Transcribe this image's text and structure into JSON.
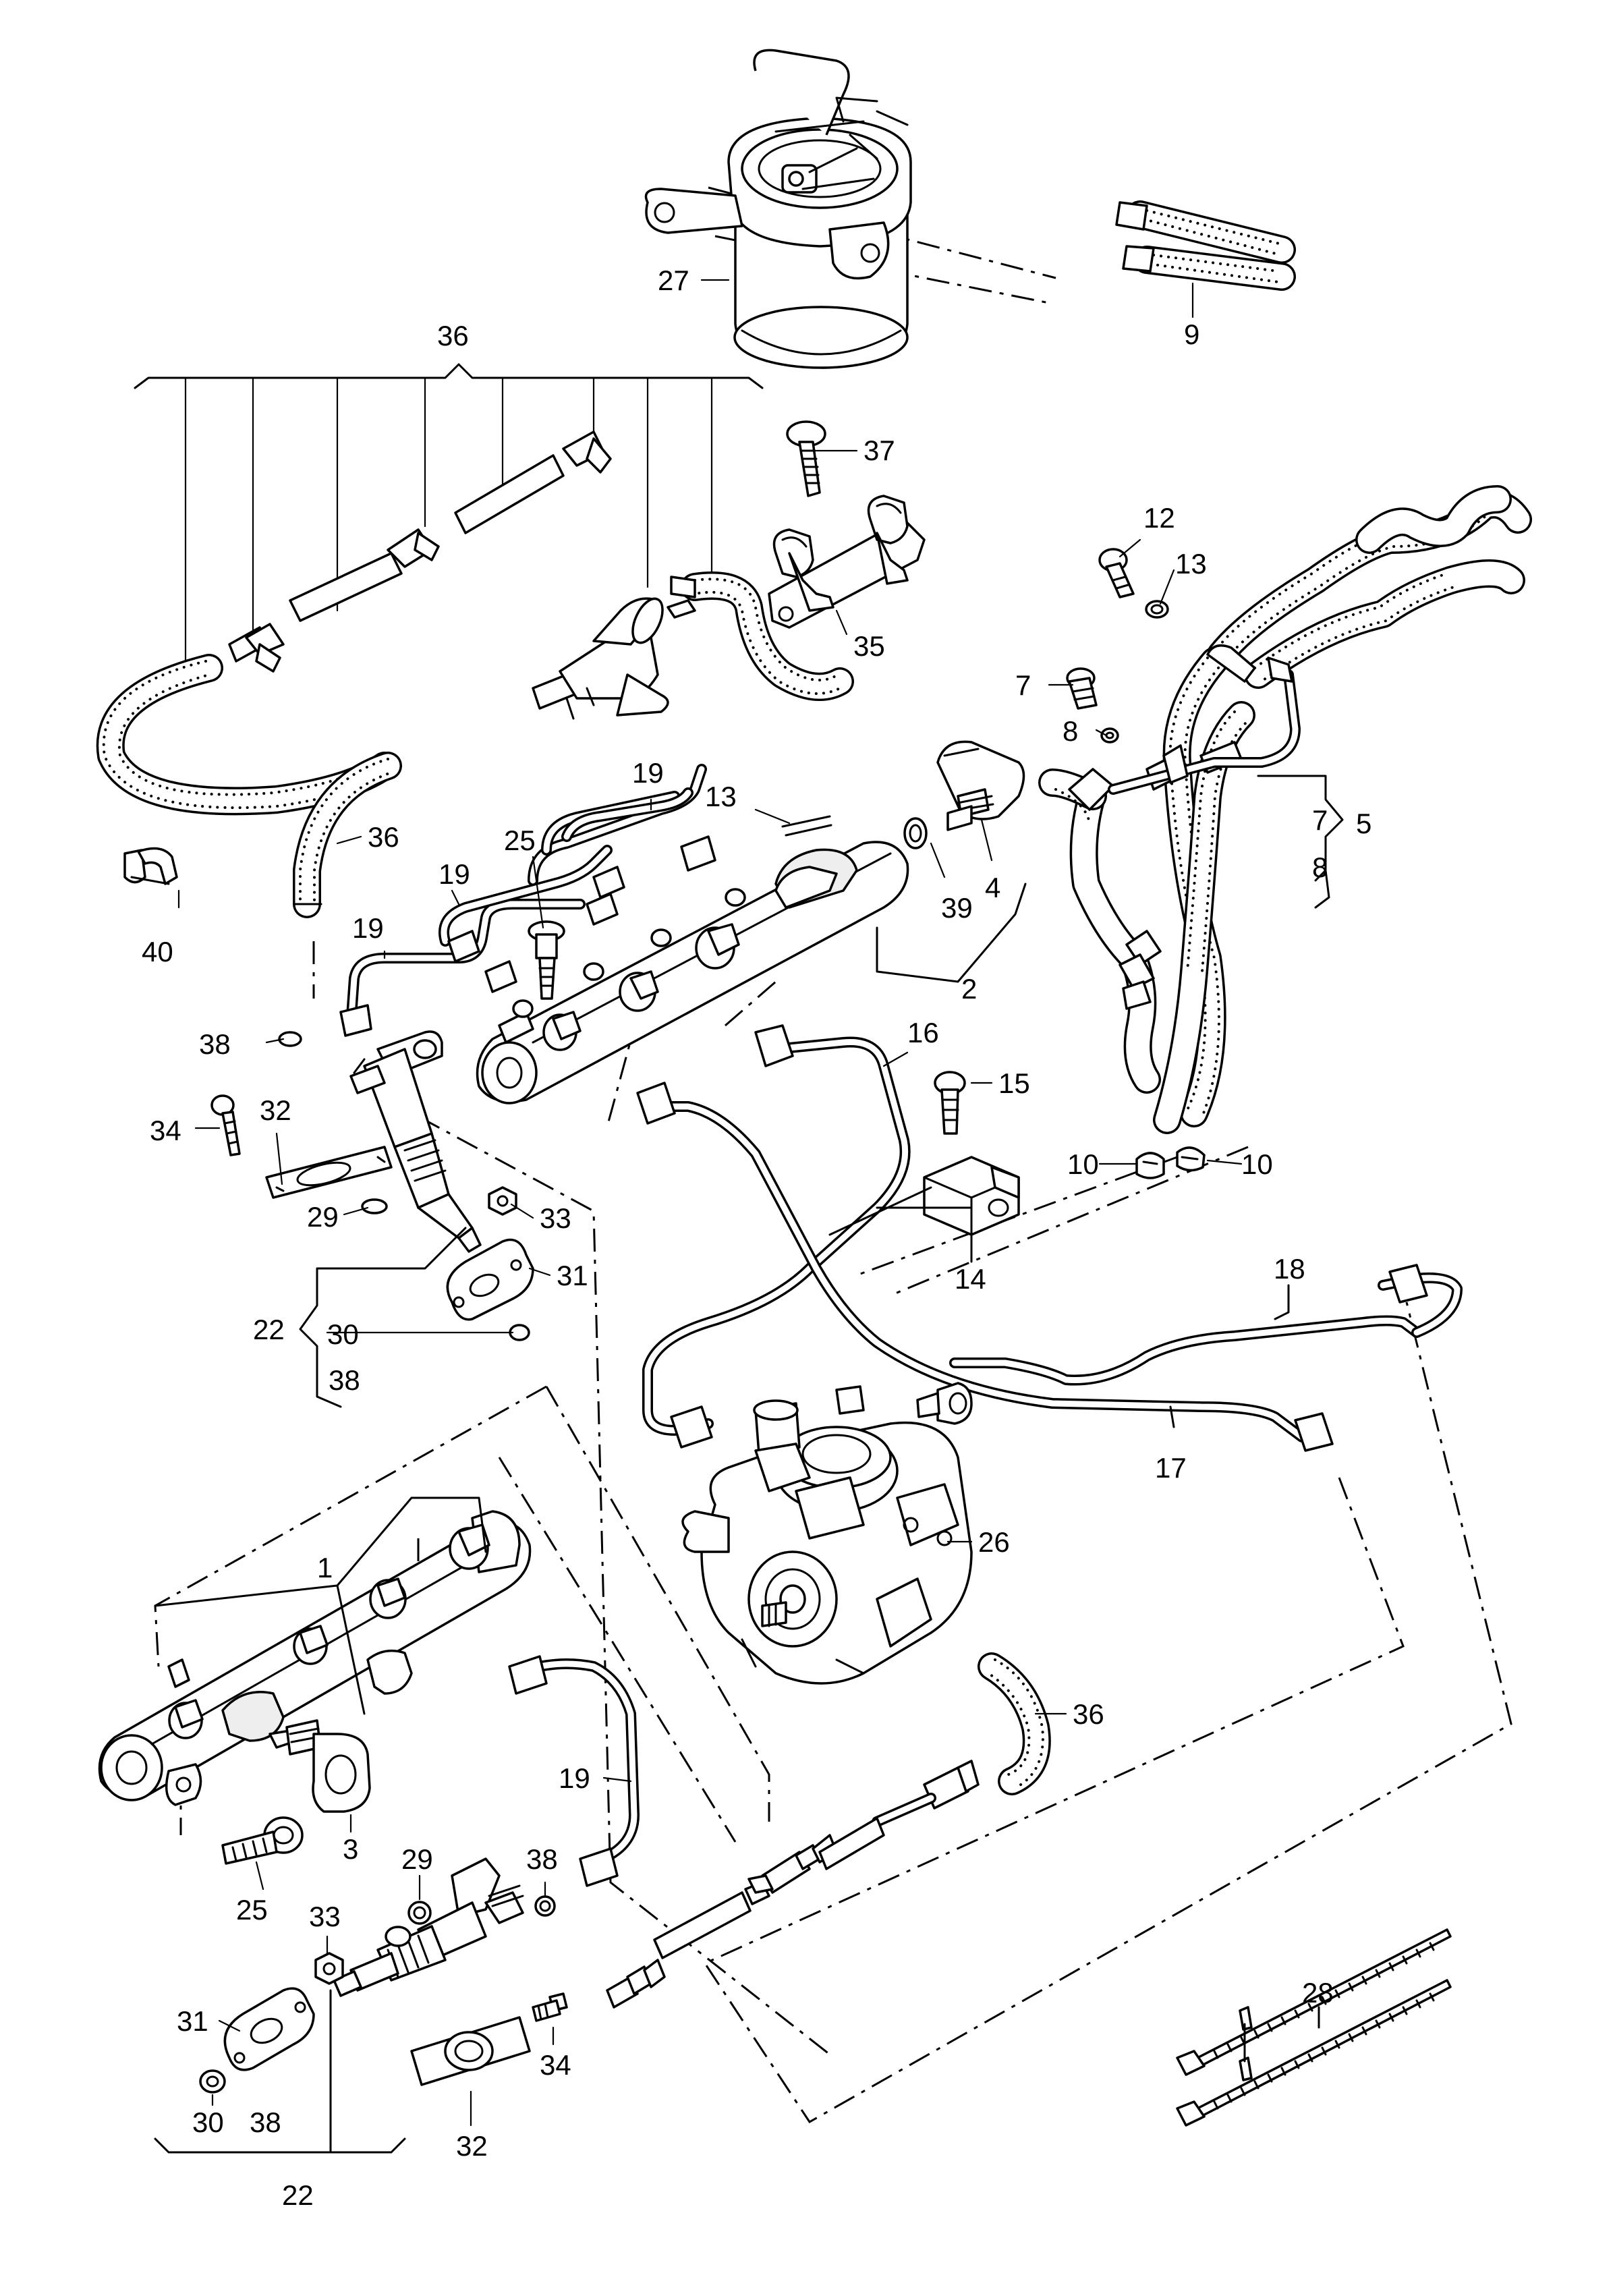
{
  "diagram": {
    "title": "",
    "callouts": [
      {
        "id": "c27",
        "label": "27"
      },
      {
        "id": "c9",
        "label": "9"
      },
      {
        "id": "c36top",
        "label": "36"
      },
      {
        "id": "c37",
        "label": "37"
      },
      {
        "id": "c35",
        "label": "35"
      },
      {
        "id": "c12",
        "label": "12"
      },
      {
        "id": "c13a",
        "label": "13"
      },
      {
        "id": "c7a",
        "label": "7"
      },
      {
        "id": "c8a",
        "label": "8"
      },
      {
        "id": "c7b",
        "label": "7"
      },
      {
        "id": "c5",
        "label": "5"
      },
      {
        "id": "c8b",
        "label": "8"
      },
      {
        "id": "c36mid",
        "label": "36"
      },
      {
        "id": "c40",
        "label": "40"
      },
      {
        "id": "c19a",
        "label": "19"
      },
      {
        "id": "c13b",
        "label": "13"
      },
      {
        "id": "c25a",
        "label": "25"
      },
      {
        "id": "c19b",
        "label": "19"
      },
      {
        "id": "c19c",
        "label": "19"
      },
      {
        "id": "c39",
        "label": "39"
      },
      {
        "id": "c4",
        "label": "4"
      },
      {
        "id": "c2",
        "label": "2"
      },
      {
        "id": "c38a",
        "label": "38"
      },
      {
        "id": "c32a",
        "label": "32"
      },
      {
        "id": "c34a",
        "label": "34"
      },
      {
        "id": "c29a",
        "label": "29"
      },
      {
        "id": "c33a",
        "label": "33"
      },
      {
        "id": "c31a",
        "label": "31"
      },
      {
        "id": "c22a",
        "label": "22"
      },
      {
        "id": "c30a",
        "label": "30"
      },
      {
        "id": "c38b",
        "label": "38"
      },
      {
        "id": "c16",
        "label": "16"
      },
      {
        "id": "c15",
        "label": "15"
      },
      {
        "id": "c10a",
        "label": "10"
      },
      {
        "id": "c10b",
        "label": "10"
      },
      {
        "id": "c14",
        "label": "14"
      },
      {
        "id": "c18",
        "label": "18"
      },
      {
        "id": "c17",
        "label": "17"
      },
      {
        "id": "c26",
        "label": "26"
      },
      {
        "id": "c1",
        "label": "1"
      },
      {
        "id": "c3",
        "label": "3"
      },
      {
        "id": "c25b",
        "label": "25"
      },
      {
        "id": "c36bot",
        "label": "36"
      },
      {
        "id": "c19d",
        "label": "19"
      },
      {
        "id": "c29b",
        "label": "29"
      },
      {
        "id": "c38c",
        "label": "38"
      },
      {
        "id": "c33b",
        "label": "33"
      },
      {
        "id": "c31b",
        "label": "31"
      },
      {
        "id": "c34b",
        "label": "34"
      },
      {
        "id": "c30b",
        "label": "30"
      },
      {
        "id": "c38d",
        "label": "38"
      },
      {
        "id": "c32b",
        "label": "32"
      },
      {
        "id": "c22b",
        "label": "22"
      },
      {
        "id": "c28",
        "label": "28"
      }
    ]
  }
}
